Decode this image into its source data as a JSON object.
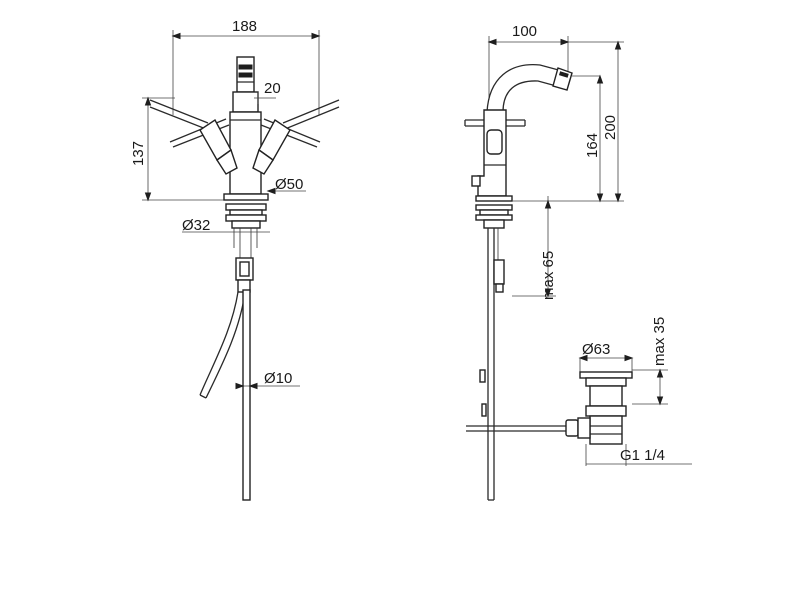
{
  "front_view": {
    "width_label": "188",
    "spout_label": "20",
    "height_label": "137",
    "base_diameter_label": "Ø50",
    "shank_diameter_label": "Ø32",
    "hose_diameter_label": "Ø10"
  },
  "side_view": {
    "projection_label": "100",
    "spout_height_label": "164",
    "total_height_label": "200",
    "deck_thickness_label": "max 65"
  },
  "waste_detail": {
    "flange_diameter_label": "Ø63",
    "depth_label": "max 35",
    "thread_label": "G1 1/4"
  }
}
